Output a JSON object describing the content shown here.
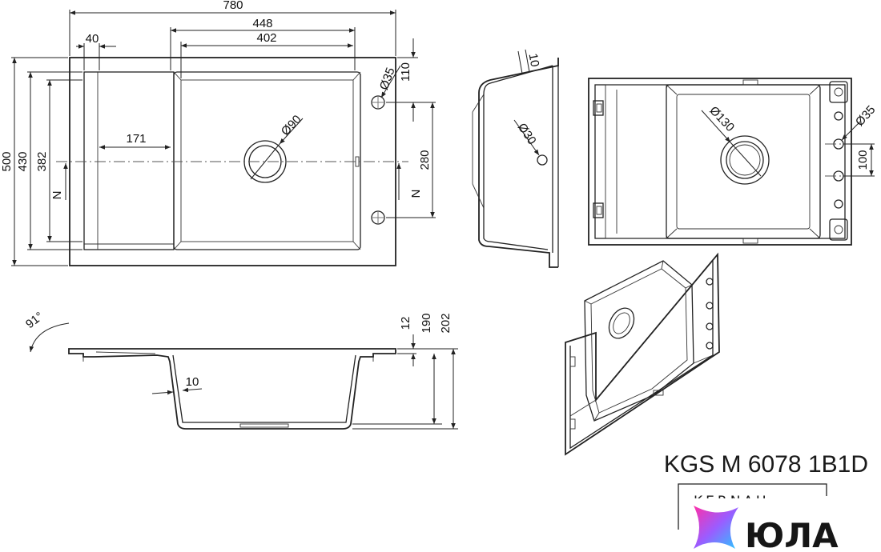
{
  "top_view": {
    "dims": {
      "overall_width": "780",
      "bowl_area_width": "448",
      "bowl_width": "402",
      "edge_offset": "40",
      "drainer_width": "171",
      "overall_depth": "500",
      "inner_depth": "430",
      "bowl_depth": "382",
      "drain_diameter": "Ø90",
      "tap_hole": "Ø35",
      "tap_offset": "110",
      "hole_spacing": "280",
      "axis_marker": "N"
    }
  },
  "side_section": {
    "dims": {
      "wall": "10",
      "hole": "Ø30"
    }
  },
  "cut_template": {
    "dims": {
      "drain": "Ø130",
      "tap": "Ø35",
      "spacing": "100"
    }
  },
  "front_section": {
    "dims": {
      "angle": "91°",
      "rim": "12",
      "bowl_height": "190",
      "total_height": "202",
      "wall": "10"
    }
  },
  "product": {
    "model": "KGS M 6078 1B1D",
    "brand": "KERNAU",
    "retailer_logo": "ЮЛА"
  },
  "colors": {
    "line": "#222222",
    "logo_gradient_start": "#ff2fa8",
    "logo_gradient_end": "#29c7ff"
  }
}
